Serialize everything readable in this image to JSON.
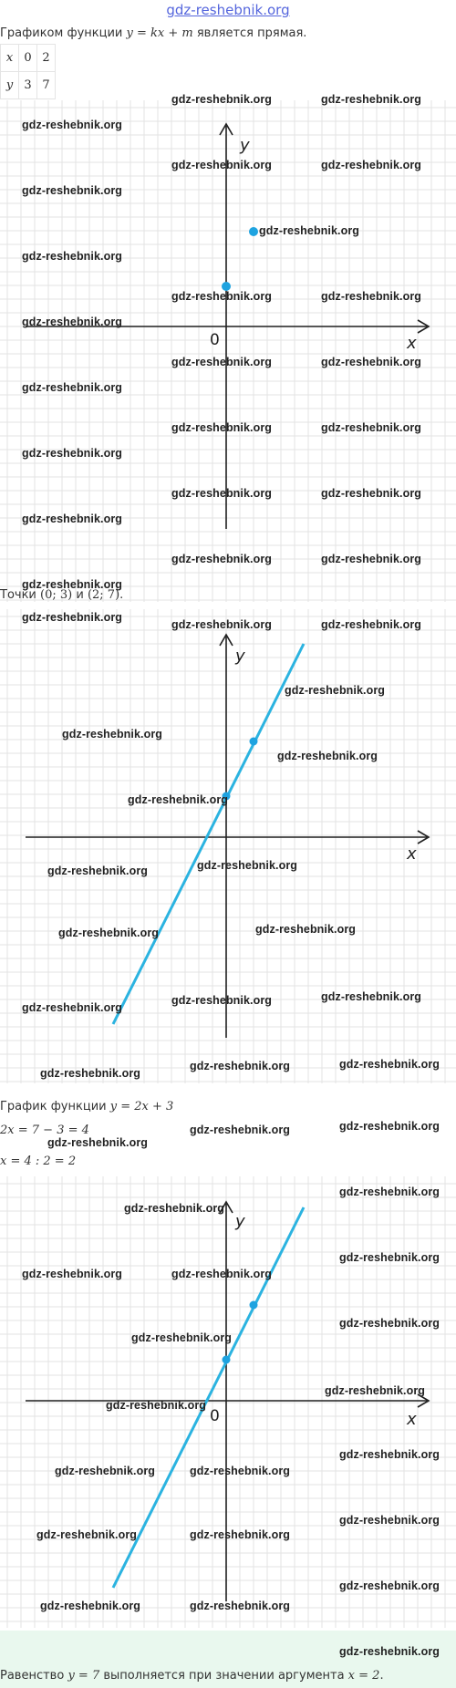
{
  "site_title": "gdz-reshebnik.org",
  "watermark": "gdz-reshebnik.org",
  "intro": {
    "prefix": "Графиком функции ",
    "formula": "y = kx + m",
    "suffix": " является прямая."
  },
  "table": {
    "x_label": "x",
    "y_label": "y",
    "x_values": [
      "0",
      "2"
    ],
    "y_values": [
      "3",
      "7"
    ]
  },
  "graph_labels": {
    "x_axis": "x",
    "y_axis": "y",
    "origin": "0"
  },
  "points_text": {
    "prefix": "Точки ",
    "p1": "(0;  3)",
    "middle": " и ",
    "p2": "(2;  7)",
    "suffix": "."
  },
  "function_text": {
    "prefix": "График функции ",
    "formula": "y = 2x + 3"
  },
  "equation1": "2x = 7 − 3 = 4",
  "equation2": "x = 4 : 2 = 2",
  "answer": {
    "prefix": "Равенство ",
    "f1": "y = 7",
    "middle": " выполняется при значении аргумента ",
    "f2": "x = 2",
    "suffix": "."
  },
  "colors": {
    "line": "#2bb3e0",
    "point": "#1ea3e0",
    "grid": "#e3e3e3",
    "axis": "#1f1f1f",
    "answer_bg": "#e9f8ee",
    "link": "#5566dd"
  }
}
